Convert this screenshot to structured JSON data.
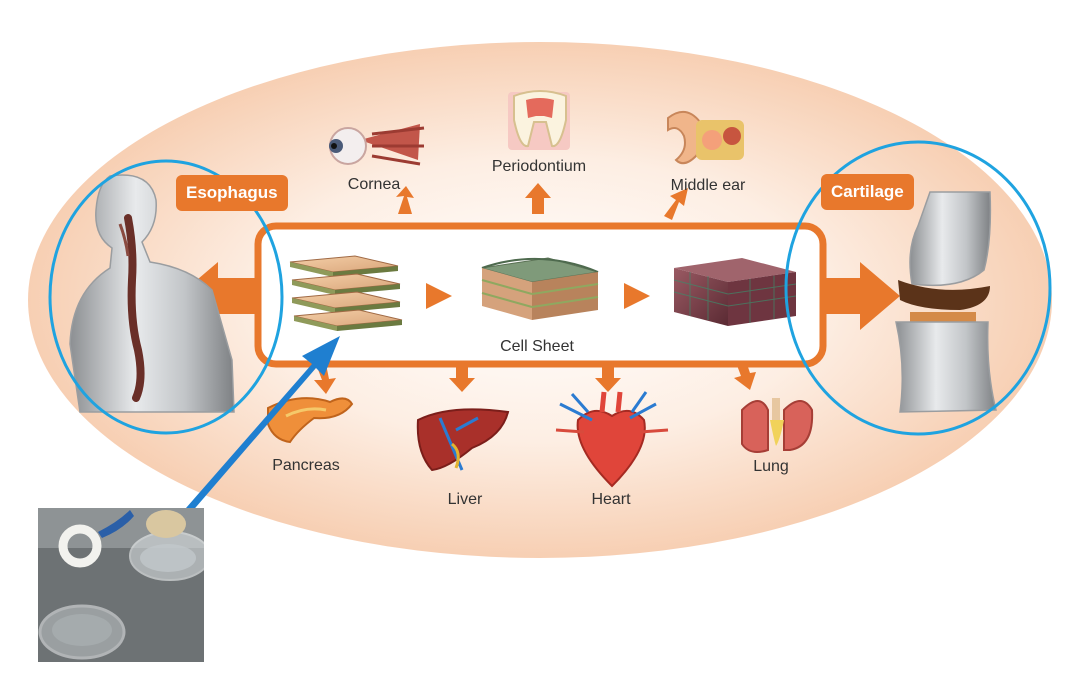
{
  "diagram": {
    "center_label": "Cell Sheet",
    "tags": {
      "esophagus": "Esophagus",
      "cartilage": "Cartilage"
    },
    "organs": {
      "cornea": "Cornea",
      "periodontium": "Periodontium",
      "middle_ear": "Middle ear",
      "pancreas": "Pancreas",
      "liver": "Liver",
      "heart": "Heart",
      "lung": "Lung"
    },
    "colors": {
      "accent_orange": "#e8782c",
      "highlight_circle": "#1fa3e0",
      "pointer_arrow": "#1f7fd0",
      "background_glow": "#f9d6bd"
    },
    "icons": [
      "eye-icon",
      "tooth-icon",
      "ear-icon",
      "pancreas-icon",
      "liver-icon",
      "heart-icon",
      "lungs-icon",
      "human-torso-icon",
      "knee-joint-icon",
      "cell-sheet-stack-icon"
    ]
  }
}
